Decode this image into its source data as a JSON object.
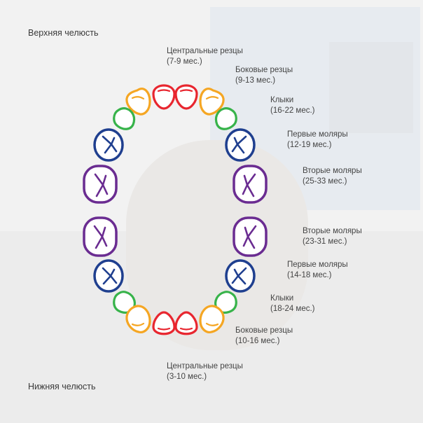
{
  "upper_jaw": {
    "title": "Верхняя челюсть",
    "labels": [
      {
        "name": "Центральные резцы",
        "age": "(7-9 мес.)"
      },
      {
        "name": "Боковые резцы",
        "age": "(9-13 мес.)"
      },
      {
        "name": "Клыки",
        "age": "(16-22 мес.)"
      },
      {
        "name": "Первые моляры",
        "age": "(12-19 мес.)"
      },
      {
        "name": "Вторые моляры",
        "age": "(25-33 мес.)"
      }
    ]
  },
  "lower_jaw": {
    "title": "Нижняя челюсть",
    "labels": [
      {
        "name": "Вторые моляры",
        "age": "(23-31 мес.)"
      },
      {
        "name": "Первые моляры",
        "age": "(14-18 мес.)"
      },
      {
        "name": "Клыки",
        "age": "(18-24 мес.)"
      },
      {
        "name": "Боковые резцы",
        "age": "(10-16 мес.)"
      },
      {
        "name": "Центральные резцы",
        "age": "(3-10 мес.)"
      }
    ]
  },
  "colors": {
    "central_incisor": "#e8262f",
    "lateral_incisor": "#f5a623",
    "canine": "#37b34a",
    "first_molar": "#1f3f8f",
    "second_molar": "#6a2c91",
    "tooth_fill": "#ffffff"
  }
}
